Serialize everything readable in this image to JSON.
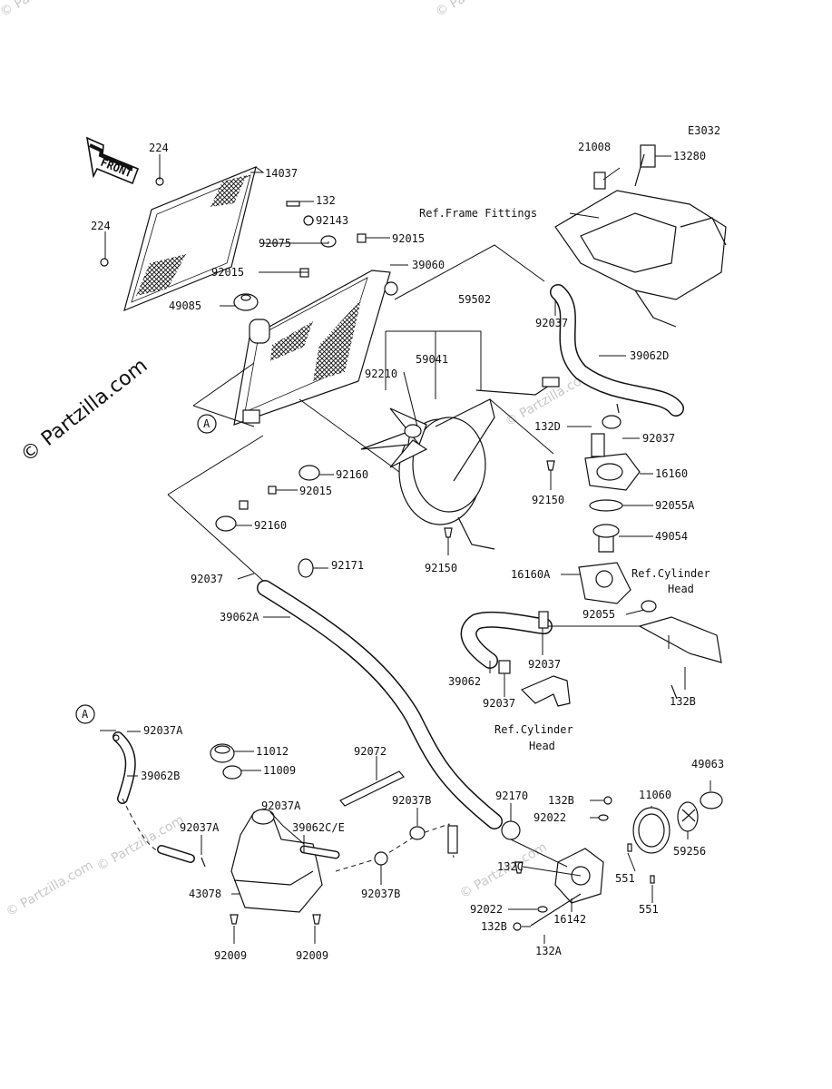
{
  "diagram": {
    "code": "E3032",
    "front_label": "FRONT",
    "watermark": "© Partzilla.com",
    "watermark_faint": "© Partzilla.com",
    "ref_frame": "Ref.Frame Fittings",
    "ref_cyl_head_1": [
      "Ref.Cylinder",
      "Head"
    ],
    "ref_cyl_head_2": [
      "Ref.Cylinder",
      "Head"
    ],
    "callout_a": "A",
    "labels": {
      "l224a": "224",
      "l14037": "14037",
      "l132a": "132",
      "l92143": "92143",
      "l224b": "224",
      "l92075": "92075",
      "l92015a": "92015",
      "l92015b": "92015",
      "l39060": "39060",
      "l49085": "49085",
      "l59502": "59502",
      "l59041": "59041",
      "l92210": "92210",
      "l21008": "21008",
      "l13280": "13280",
      "l92037a": "92037",
      "l39062D": "39062D",
      "l132D": "132D",
      "l92037b": "92037",
      "l16160": "16160",
      "l92150a": "92150",
      "l92055A": "92055A",
      "l49054": "49054",
      "l92160a": "92160",
      "l92015c": "92015",
      "l92160b": "92160",
      "l92150b": "92150",
      "l92171": "92171",
      "l92037c": "92037",
      "l39062A": "39062A",
      "l16160A": "16160A",
      "l92055": "92055",
      "l92037d": "92037",
      "l39062": "39062",
      "l92037e": "92037",
      "l132Ba": "132B",
      "l92037A1": "92037A",
      "l39062B": "39062B",
      "l11012": "11012",
      "l11009": "11009",
      "l92072": "92072",
      "l92037A2": "92037A",
      "l92037A3": "92037A",
      "l39062CE": "39062C/E",
      "l92037B1": "92037B",
      "l92037B2": "92037B",
      "l43078": "43078",
      "l92009a": "92009",
      "l92009b": "92009",
      "l92170": "92170",
      "l132Bb": "132B",
      "l92022a": "92022",
      "l132C": "132C",
      "l92022b": "92022",
      "l132Bc": "132B",
      "l132A": "132A",
      "l16142": "16142",
      "l11060": "11060",
      "l49063": "49063",
      "l59256": "59256",
      "l551a": "551",
      "l551b": "551"
    }
  }
}
